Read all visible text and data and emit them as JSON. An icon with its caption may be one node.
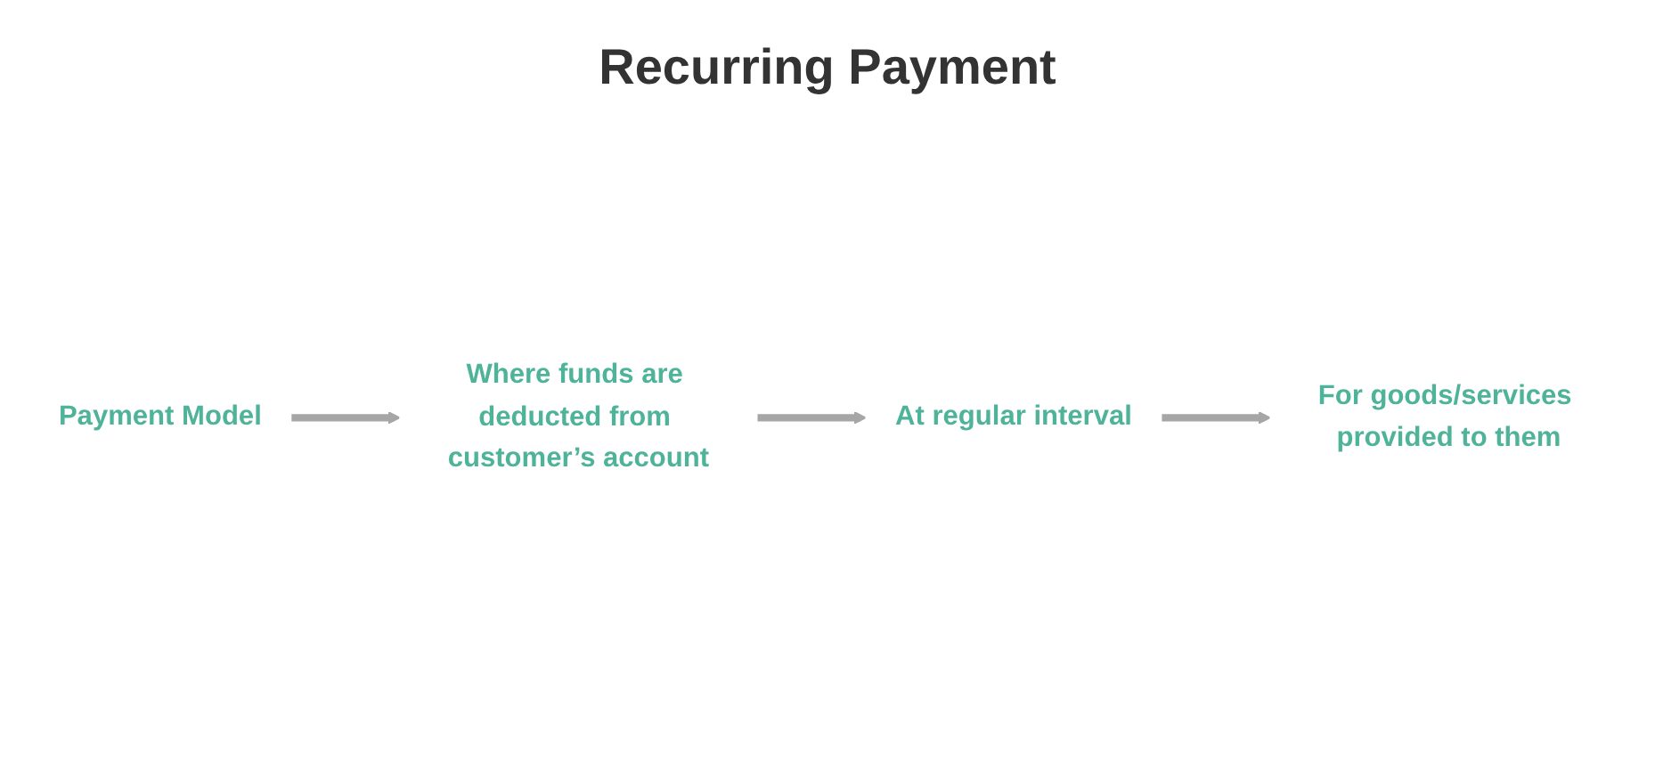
{
  "diagram": {
    "title": "Recurring Payment",
    "nodes": [
      {
        "text": [
          "Payment Model"
        ]
      },
      {
        "text": [
          "Where funds are deducted from customer’s account"
        ]
      },
      {
        "text": [
          "At regular interval"
        ]
      },
      {
        "text": [
          "For goods/services provided to them"
        ]
      }
    ],
    "edges": [
      {
        "from": 0,
        "to": 1,
        "arrow": "to"
      },
      {
        "from": 1,
        "to": 2,
        "arrow": "to"
      },
      {
        "from": 2,
        "to": 3,
        "arrow": "to"
      }
    ]
  }
}
